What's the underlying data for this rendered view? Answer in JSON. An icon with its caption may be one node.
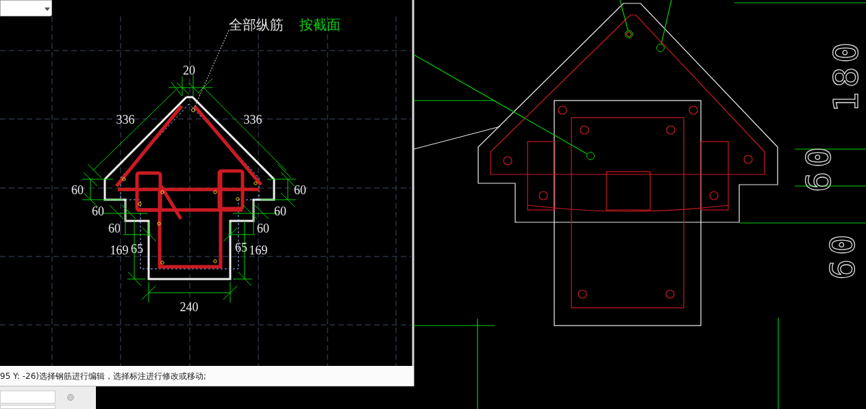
{
  "diagram": {
    "nodes": [
      {
        "text": [
          "全部纵筋"
        ]
      },
      {
        "text": [],
        "shape": "circle"
      },
      {
        "text": [],
        "shape": "circle"
      },
      {
        "text": [],
        "shape": "circle"
      },
      {
        "text": [],
        "shape": "circle"
      }
    ],
    "edges": [
      {
        "from": 0,
        "to": 1,
        "arrow": "none",
        "style": "dashed",
        "color": "#b4b4b4"
      },
      {
        "from": null,
        "to": 2,
        "arrow": "none"
      },
      {
        "from": null,
        "to": 3,
        "arrow": "none"
      },
      {
        "from": null,
        "to": 4,
        "arrow": "none"
      }
    ],
    "labels": [
      "按截面",
      "20",
      "336",
      "336",
      "60",
      "60",
      "60",
      "60",
      "60",
      "60",
      "169",
      "65",
      "65",
      "169",
      "240",
      "180",
      "60",
      "60",
      "95 Y: -26)选择钢筋进行编辑，选择标注进行修改或移动;"
    ]
  }
}
